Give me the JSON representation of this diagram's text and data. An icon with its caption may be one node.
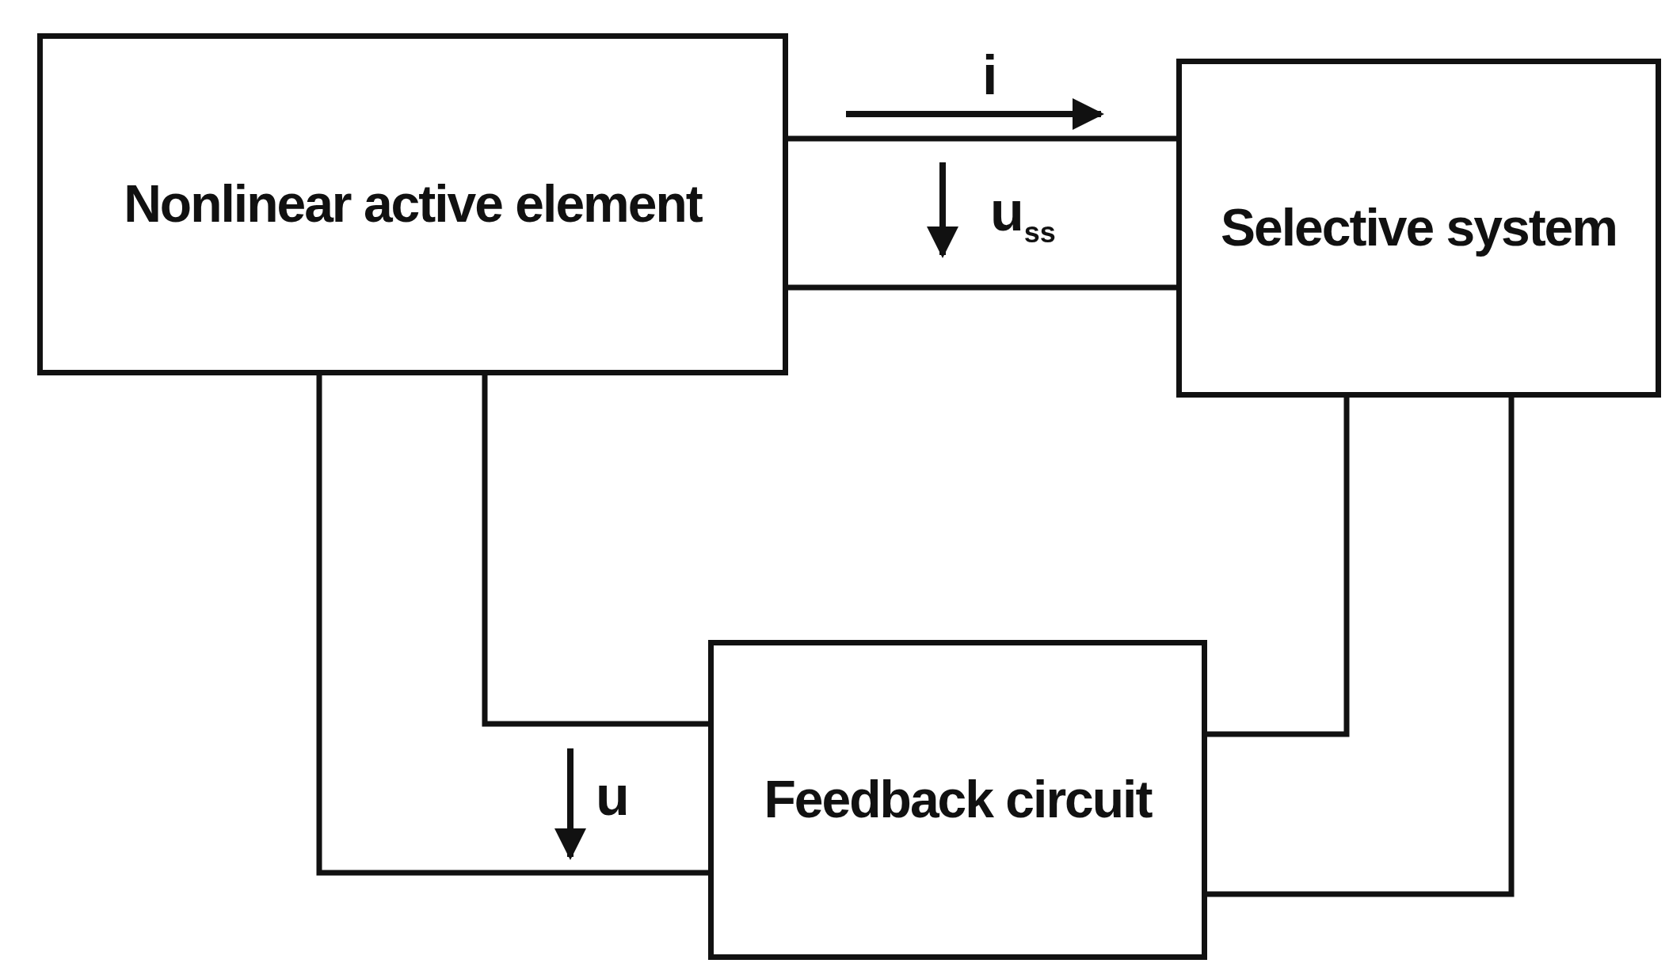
{
  "diagram": {
    "nodes": [
      {
        "text": [
          "Nonlinear active element"
        ]
      },
      {
        "text": [
          "Selective system"
        ]
      },
      {
        "text": [
          "Feedback circuit"
        ]
      }
    ],
    "edges": [
      {
        "from": 0,
        "to": 1,
        "arrow": "none"
      },
      {
        "from": 0,
        "to": 1,
        "arrow": "none"
      },
      {
        "from": 0,
        "to": 2,
        "arrow": "none"
      },
      {
        "from": 0,
        "to": 2,
        "arrow": "none"
      },
      {
        "from": 1,
        "to": 2,
        "arrow": "none"
      },
      {
        "from": 1,
        "to": 2,
        "arrow": "none"
      }
    ],
    "labels": [
      "i",
      "u$_{ss}$",
      "u"
    ]
  }
}
